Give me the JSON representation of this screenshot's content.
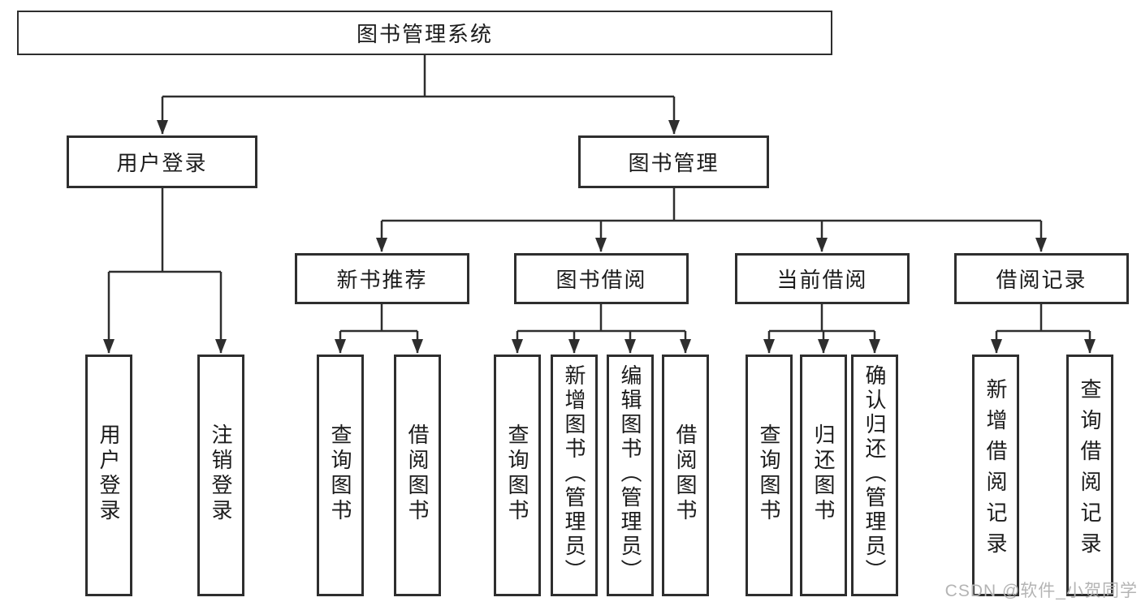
{
  "colors": {
    "line": "#2e2e2e",
    "box_border": "#2e2e2e",
    "text": "#1b1b1b",
    "watermark": "#b4b4b4",
    "background": "#ffffff"
  },
  "watermark": {
    "text": "CSDN @软件_小贺同学"
  },
  "tree": {
    "label": "图书管理系统",
    "children": [
      {
        "label": "用户登录",
        "children": [
          {
            "label": "用户登录"
          },
          {
            "label": "注销登录"
          }
        ]
      },
      {
        "label": "图书管理",
        "children": [
          {
            "label": "新书推荐",
            "children": [
              {
                "label": "查询图书"
              },
              {
                "label": "借阅图书"
              }
            ]
          },
          {
            "label": "图书借阅",
            "children": [
              {
                "label": "查询图书"
              },
              {
                "label": "新增图书（管理员）"
              },
              {
                "label": "编辑图书（管理员）"
              },
              {
                "label": "借阅图书"
              }
            ]
          },
          {
            "label": "当前借阅",
            "children": [
              {
                "label": "查询图书"
              },
              {
                "label": "归还图书"
              },
              {
                "label": "确认归还（管理员）"
              }
            ]
          },
          {
            "label": "借阅记录",
            "children": [
              {
                "label": "新增借阅记录"
              },
              {
                "label": "查询借阅记录"
              }
            ]
          }
        ]
      }
    ]
  }
}
